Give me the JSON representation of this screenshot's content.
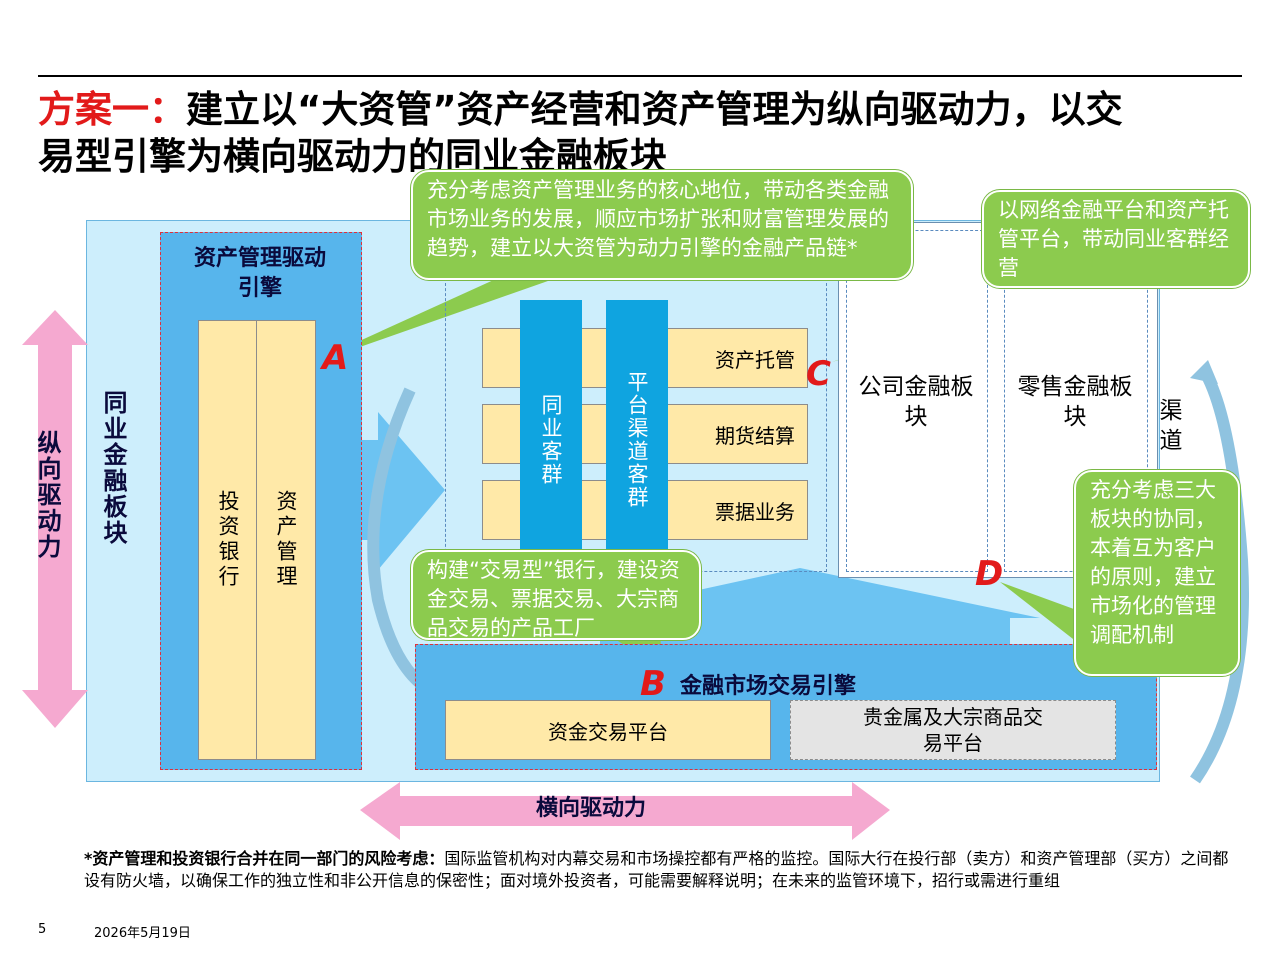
{
  "title": {
    "prefix": "方案一：",
    "line1": "建立以“大资管”资产经营和资产管理为纵向驱动力，以交",
    "line2": "易型引擎为横向驱动力的同业金融板块"
  },
  "left_arrow": {
    "label": "纵向驱动力"
  },
  "interbank_label": "同业金融板块",
  "asset_mgmt": {
    "title": "资产管理驱动引擎",
    "col1": "投资银行",
    "col2": "资产管理"
  },
  "center": {
    "bars": [
      "资产托管",
      "期货结算",
      "票据业务"
    ],
    "cyan1": "同业客群",
    "cyan2": "平台渠道客群"
  },
  "right": {
    "corporate": "公司金融板块",
    "retail": "零售金融板块",
    "channel": "渠道"
  },
  "market_engine": {
    "title": "金融市场交易引擎",
    "box1": "资金交易平台",
    "box2": "贵金属及大宗商品交易平台"
  },
  "bottom_arrow": {
    "label": "横向驱动力"
  },
  "callouts": {
    "a": "充分考虑资产管理业务的核心地位，带动各类金融市场业务的发展，顺应市场扩张和财富管理发展的趋势，建立以大资管为动力引擎的金融产品链*",
    "b": "构建“交易型”银行，建设资金交易、票据交易、大宗商品交易的产品工厂",
    "c": "以网络金融平台和资产托管平台，带动同业客群经营",
    "d": "充分考虑三大板块的协同，本着互为客户的原则，建立市场化的管理调配机制"
  },
  "letters": {
    "a": "A",
    "b": "B",
    "c": "C",
    "d": "D"
  },
  "footnote": {
    "bold": "*资产管理和投资银行合并在同一部门的风险考虑：",
    "text": "国际监管机构对内幕交易和市场操控都有严格的监控。国际大行在投行部（卖方）和资产管理部（买方）之间都设有防火墙，以确保工作的独立性和非公开信息的保密性；面对境外投资者，可能需要解释说明；在未来的监管环境下，招行或需进行重组"
  },
  "page_number": "5",
  "date": "2026年5月19日",
  "colors": {
    "accent_red": "#e21a1a",
    "callout_green": "#8ccb4e",
    "panel_blue": "#57b5ec",
    "light_blue": "#cdeefc",
    "cyan": "#0fa4e0",
    "pink_arrow": "#f5a9d0",
    "yellow_box": "#ffe9a8"
  }
}
